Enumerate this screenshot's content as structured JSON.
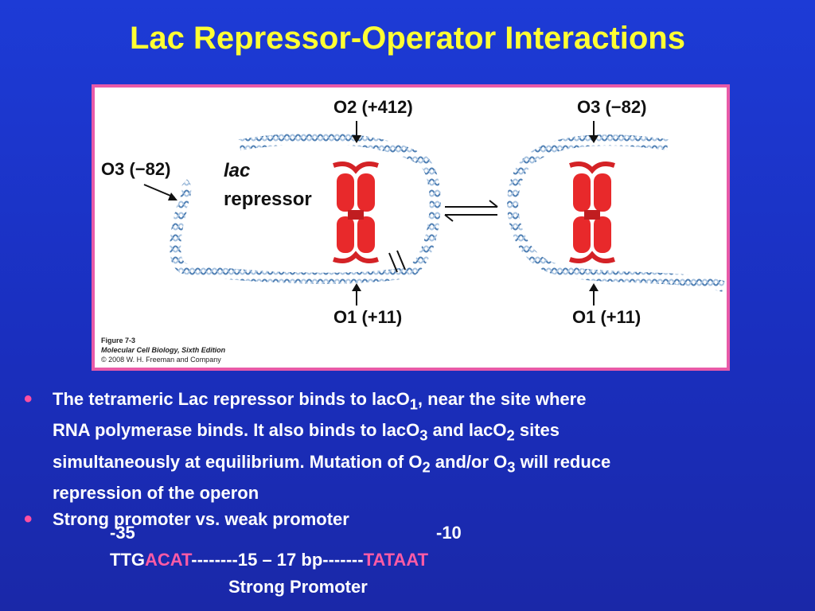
{
  "title": "Lac Repressor-Operator Interactions",
  "figure": {
    "left_labels": {
      "o3": "O3 (−82)",
      "o2": "O2 (+412)",
      "o1": "O1 (+11)",
      "lac": "lac",
      "repressor": "repressor"
    },
    "right_labels": {
      "o3": "O3 (−82)",
      "o1": "O1 (+11)"
    },
    "caption": {
      "line1": "Figure 7-3",
      "line2": "Molecular Cell Biology, Sixth Edition",
      "line3": "© 2008 W. H. Freeman and Company"
    },
    "colors": {
      "dna": "#5a86b8",
      "repressor": "#e8292b",
      "border": "#e85aa8"
    }
  },
  "bullet1": {
    "a": "The tetrameric Lac repressor binds to lacO",
    "sub1": "1",
    "b": ", near the site where",
    "c": "RNA polymerase binds.   It also binds to lacO",
    "sub3": "3",
    "d": " and lacO",
    "sub2": "2",
    "e": " sites",
    "f": "simultaneously at equilibrium.  Mutation of O",
    "sub2b": "2",
    "g": " and/or O",
    "sub3b": "3",
    "h": " will reduce",
    "i": "repression of the operon"
  },
  "bullet2": {
    "text": "Strong promoter vs. weak promoter",
    "minus35": "-35",
    "minus10": "-10",
    "seq_a": "TTG",
    "seq_b": "ACAT",
    "seq_c": "--------15 – 17 bp-------",
    "seq_d": "TATAAT",
    "label": "Strong Promoter"
  }
}
